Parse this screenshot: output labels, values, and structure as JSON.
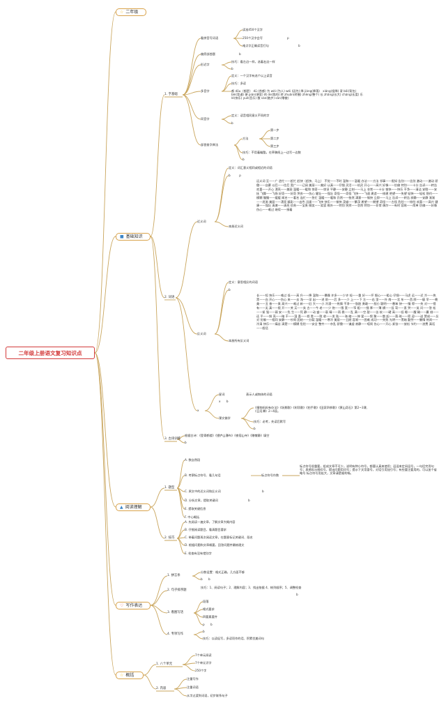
{
  "title": "二年级上册语文复习知识点",
  "colors": {
    "line": "#c9a55c",
    "root": "#d33a3a",
    "branch": "#d8a24a"
  },
  "main": {
    "grade": {
      "label": "二年级",
      "icon": "star-icon"
    },
    "basics": {
      "label": "基础知识",
      "icon": "book-icon"
    },
    "reading": {
      "label": "阅读理解",
      "icon": "flame-icon"
    },
    "writing": {
      "label": "写作表达",
      "icon": "heart-icon"
    },
    "summary": {
      "label": "概括",
      "icon": "star-icon"
    }
  },
  "basics": {
    "chars": {
      "label": "1. 字基础",
      "pinyin": {
        "label": "看拼音写词语",
        "a": "读准450个汉字",
        "b": "250个汉字会写",
        "b_tag": "p",
        "c": "难点字正确读音打勾",
        "c_tag": "b"
      },
      "order": {
        "label": "偏旁部首题",
        "tag": "b"
      },
      "shape": {
        "label": "形近字",
        "tip": "技巧：看左边一样，选着右边一样",
        "tag": "b"
      },
      "multi": {
        "label": "多音字",
        "def": "定义：一个汉字有选个以上读音",
        "tip": "技巧：多读",
        "examples": "都 dōu（都是） dū (首都) 为 wèi (为人) wéi (因为) 降 jiàng(降落)　xiáng(投降) 背 bēi(背包) bèi(背诵) 便 pián(便宜) 的 de(我的) 转 zhuǎn(转圈) zhèng(整个) 长 zhǎng(长大) cháng(长度) 乐 lè(快乐) yuè(音乐) 散 sàn(散步) sǎn(零散)"
      },
      "homo": {
        "label": "同音字",
        "def": "定义：读音相同意义不同的字",
        "tag": "b"
      },
      "method": {
        "label": "部首查字典法",
        "way": "方法",
        "s1": "第一步",
        "s2": "第二步",
        "s3": "第三步",
        "tip": "技巧：不用着瞄酷，在草稿纸上一边写一边数",
        "tag": "b"
      }
    },
    "words": {
      "label": "2. 词语",
      "syn": {
        "label": "近义词",
        "def": "定义：词汇意义相同或相近的词语",
        "tags": "b　　　p",
        "grade_label": "本册近义词",
        "text": "远义词 至——广 造忙——赶忙 赶快（赶快、马上） 不觉——不时 温和——温暖 办法——方法 邻事——假如 告别——告别 激动——激动 骄傲——自豪 以后——往后 宽广——辽阔 美丽——美好 认真——仔细 灵活——机灵 开心——高兴 好像——仿佛 特别——十分 告诉——转告 欢喜——开心 漂亮——美丽 温暖——暖和 惊奇——惊讶 平静——安静 立刻——马上 非常——十分 愉快——快乐 干净——清洁 安慰——安抚 飞舞——飞扬 好奇——好奇 哭丧——伤心 健壮——强壮 奇怪——奇怪 飞快——飞速 建造——修建 绝望——失望 轻快——轻松 隐约——模糊 慢慢——缓缓 闻名——著名 连忙——急忙 温暖——暖和 仍然——依然 满意——愉快 立即——马上 告诉——转告 寂静——安静 渐渐——逐渐 美丽——漂亮 精彩——出色 迅速——飞快 快乐——愉快 茂盛——繁茂 希望——期望 奇怪——古怪 危险——惊险 欢喜——高兴 健康——强壮 清澈——清亮 珍贵——宝贵 微笑——笑容 格外——特别 突然——忽然 特别——非常 偶尔——有时 容易——简单 仿佛——好像 伤心——难过 继续——接着"
      },
      "ant": {
        "label": "反义词",
        "def": "定义：意思相反的词语",
        "tag": "b",
        "grade_label": "本册所有反义词",
        "text": "长——短 快乐——难过 低——高 升——降 温和——暴躁 许多——少许 轻——重 好——坏 细心——粗心 仔细——马虎 远——近 冷——热 黑——白 开心——伤心 来——去 浅——深 出——进 前——后 多——少 上——下 左——右 里——外 南——北 东——西 胖——瘦 早——晚 美——丑 香——臭 高兴——难过 新——旧 大——小 冷漠——热情 干净——肮脏 勇敢——胆小 聪明——愚笨 快——慢 得——失 对——错 有——无 真——假 开——关 买——卖 古——今 老——少 饱——饿 宽——窄 粗——细 厚——薄 横——竖 弯——直 哭——笑 问——答 松——紧 强——弱 安——危 生——死 静——动 盛——衰 晴——雨 稳——乱 满——空 甜——苦 软——硬 高——低 睡——醒 輸——赢 借——还 平——斜 亮——暗 干——湿 喜——怒 胜——败 收——发 陆——海 缩——伸 爱——恨 聚——散 起——落 疏——密 迎——送 赞成——反对 仿佛——相同 安静——吵闹 团结——分裂 温暖——寒冷 美丽——丑陋 容易——困难 成功——失败 光明——黑暗 勤劳——懒惰 热闹——冷清 快乐——痛苦 清楚——模糊 危险——安全 整齐——杂乱 骄傲——谦虚 寂静——喧闹 伤心——开心 紧张——放松 节约——浪费 真话——假话"
      },
      "misc": {
        "label": "x",
        "star": "星词",
        "star_def": "表示人或物体的词语",
        "star_tag": "x　　b",
        "poem": "课文佛学",
        "poem_text": "《植物妈妈有办法》《场景歌》《树项歌》《拍手歌》《田家四季歌》《黄山奇石》第2~3课、《日月潭》2~4段。",
        "poem_tip": "技巧：必考，先读后默写",
        "poem_tag": "b"
      }
    },
    "ancient": {
      "label": "3. 古诗训练",
      "text": "根据古诗：《登青鹤楼》《望庐山瀑布》《夜宿山寺》《赠敬静》填空",
      "tag": "b"
    }
  },
  "reading": {
    "types": {
      "label": "1. 题型",
      "a": "A. 数自然段",
      "b": "B. 考察标点符号、看几句话",
      "punct": "标点符号作数",
      "punct_note": "标点符号很重要，组成文章不可少，说明有种小符号，都要认真来使用；逗逗来定间逗号，一句话完用句号；表感叹示感叹号，提出问题用问号；提示下文用冒号，对话引用加引号；有些要注要用的，可以加个省略号 标点符号用处大，文章清楚顺利畅。",
      "c": "C. 原文中的近义词和反义词",
      "c_tag": "b",
      "d": "D. 分析文章，提取关键词",
      "d_tag": "b",
      "e": "E. 提取关键信息",
      "f": "F. 中心概括"
    },
    "skills": {
      "label": "2. 技巧",
      "a": "A. 先阅读一遍文章，了解文章大概内容",
      "b": "B. 仔细阅读题目，看清题目要求",
      "c": "C. 带着问题再次阅读文章，在题意标记关键词、段名",
      "d": "D. 根据问题和文章概要，回答问题并最梳理文",
      "e": "E. 检查有没有错别字"
    }
  },
  "writing": {
    "order": {
      "label": "1. 拼言条",
      "text": "分数设置：格式正确，几方面不够",
      "tags": "b　　b"
    },
    "sort": {
      "label": "2. 句子排序题",
      "text": "技巧：1、阅读句子；2、理解内容；3、找出依据 4、梳列顺序；5、调整检查",
      "tag": "b"
    },
    "look": {
      "label": "3. 看图写话",
      "a": "段落",
      "b": "格式要求",
      "c": "四要素要齐",
      "d": "p　　b"
    },
    "special": {
      "label": "4. 专项写作",
      "tag": "b",
      "tip": "技巧：以读促写，多读项作的话、积累优美词句"
    }
  },
  "summary": {
    "units": {
      "label": "1. 八个单元",
      "a": "7个单元阅读",
      "b": "7个单元识字",
      "c": "250个字"
    },
    "content": {
      "label": "2. 内容",
      "a": "注重写作",
      "b": "注重词语",
      "c": "从字过渡到词语，初步联系句子"
    }
  }
}
